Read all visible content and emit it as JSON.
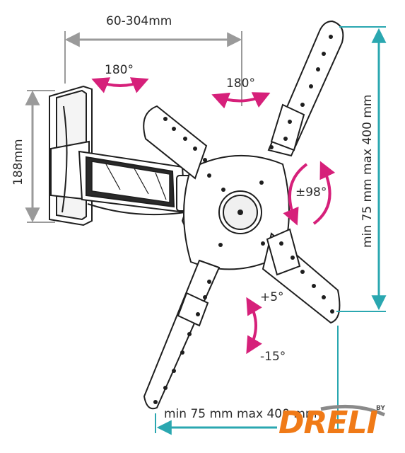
{
  "labels": {
    "arm_length": "60-304mm",
    "height": "188mm",
    "swivel_wall": "180°",
    "swivel_tv": "180°",
    "rotation": "±98°",
    "tilt_up": "+5°",
    "tilt_down": "-15°",
    "vesa_vertical": "min 75 mm max 400 mm",
    "vesa_horizontal": "min 75 mm max 400 mm"
  },
  "logo": {
    "text": "DRELI",
    "by": "BY"
  },
  "colors": {
    "dimension_line": "#2aa7b0",
    "gray_dimension": "#9a9a9a",
    "rotation_arrow": "#d6207a",
    "outline": "#1e1e1e",
    "logo_orange": "#f07a17"
  }
}
